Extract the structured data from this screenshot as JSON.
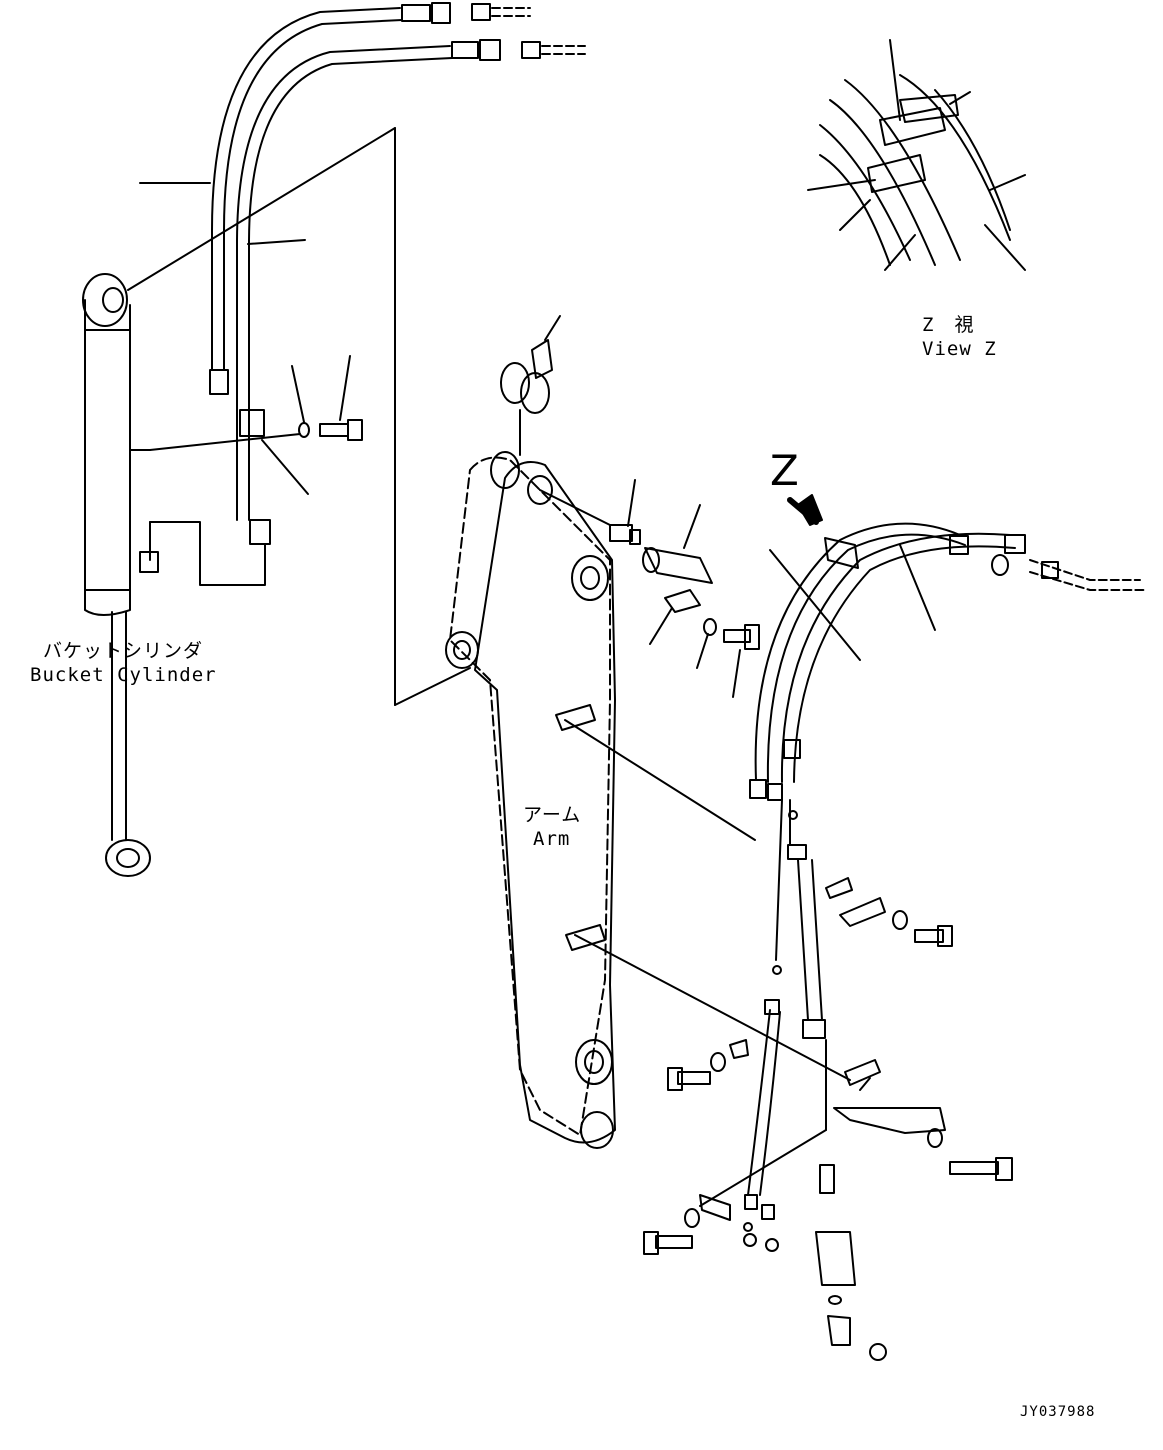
{
  "labels": {
    "bucket_cylinder_jp": "バケットシリンダ",
    "bucket_cylinder_en": "Bucket Cylinder",
    "arm_jp": "アーム",
    "arm_en": "Arm",
    "view_z_jp": "Z　視",
    "view_z_en": "View Z",
    "z_callout": "Z",
    "drawing_code": "JY037988"
  },
  "colors": {
    "line": "#000000",
    "background": "#ffffff"
  }
}
